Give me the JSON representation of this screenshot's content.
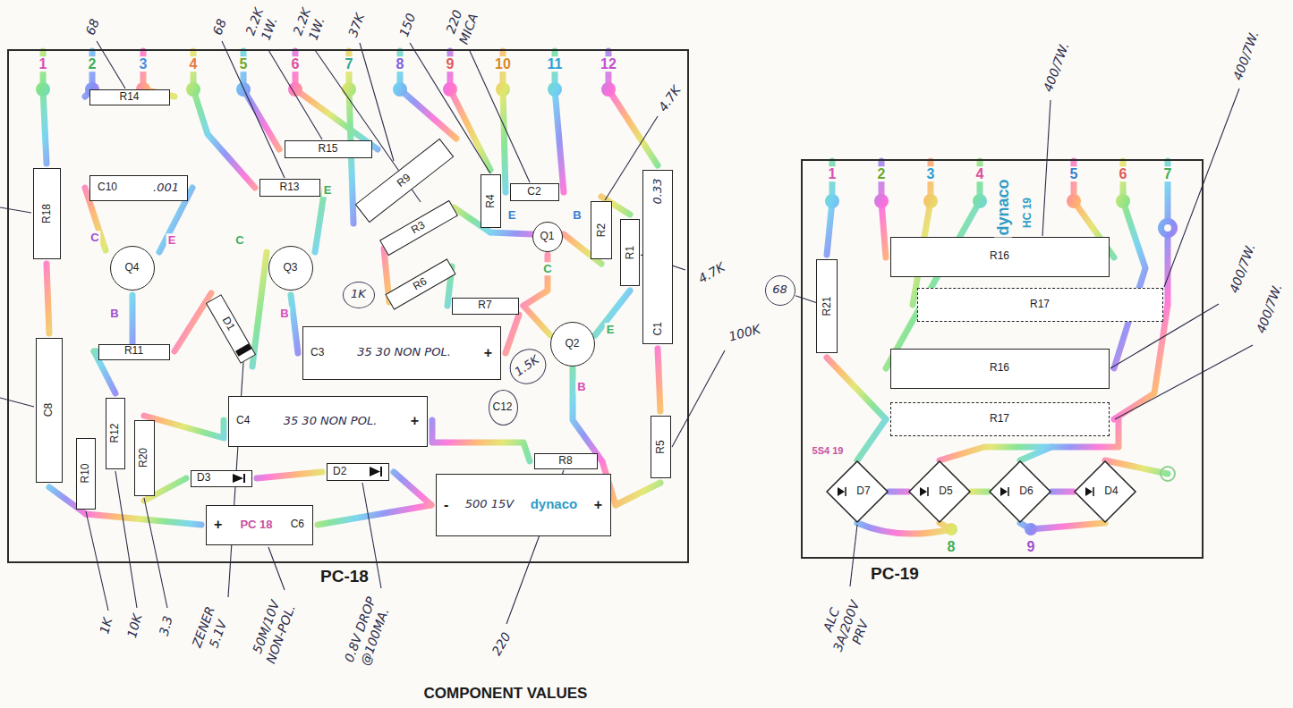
{
  "diagram": {
    "nodes": [
      {
        "text": [
          "PC-18"
        ]
      },
      {
        "text": [
          "R14"
        ],
        "in": 0
      },
      {
        "text": [
          "R15"
        ],
        "in": 0
      },
      {
        "text": [
          "R18"
        ],
        "in": 0
      },
      {
        "text": [
          "C10",
          ".001"
        ],
        "in": 0
      },
      {
        "text": [
          "R13"
        ],
        "in": 0
      },
      {
        "text": [
          "R9"
        ],
        "in": 0
      },
      {
        "text": [
          "R4"
        ],
        "in": 0
      },
      {
        "text": [
          "C2"
        ],
        "in": 0
      },
      {
        "text": [
          "R2"
        ],
        "in": 0
      },
      {
        "text": [
          "R1"
        ],
        "in": 0
      },
      {
        "text": [
          "C1",
          "0.33"
        ],
        "in": 0
      },
      {
        "text": [
          "R3"
        ],
        "in": 0
      },
      {
        "text": [
          "Q4"
        ],
        "in": 0
      },
      {
        "text": [
          "Q3"
        ],
        "in": 0
      },
      {
        "text": [
          "Q1"
        ],
        "in": 0
      },
      {
        "text": [
          "R6"
        ],
        "in": 0
      },
      {
        "text": [
          "1K"
        ],
        "in": 0
      },
      {
        "text": [
          "R7"
        ],
        "in": 0
      },
      {
        "text": [
          "D1"
        ],
        "in": 0
      },
      {
        "text": [
          "C3",
          "35 30 NON POL.",
          "+"
        ],
        "in": 0
      },
      {
        "text": [
          "Q2"
        ],
        "in": 0
      },
      {
        "text": [
          "1.5K"
        ],
        "in": 0
      },
      {
        "text": [
          "R11"
        ],
        "in": 0
      },
      {
        "text": [
          "C8"
        ],
        "in": 0
      },
      {
        "text": [
          "C4",
          "35 30 NON POL.",
          "+"
        ],
        "in": 0
      },
      {
        "text": [
          "C12"
        ],
        "in": 0
      },
      {
        "text": [
          "R12"
        ],
        "in": 0
      },
      {
        "text": [
          "R20"
        ],
        "in": 0
      },
      {
        "text": [
          "R5"
        ],
        "in": 0
      },
      {
        "text": [
          "R8"
        ],
        "in": 0
      },
      {
        "text": [
          "R10"
        ],
        "in": 0
      },
      {
        "text": [
          "D3"
        ],
        "in": 0
      },
      {
        "text": [
          "D2"
        ],
        "in": 0
      },
      {
        "text": [
          "-",
          "500 15V",
          "dynaco",
          "+"
        ],
        "in": 0
      },
      {
        "text": [
          "+",
          "PC 18",
          "C6"
        ],
        "in": 0
      },
      {
        "text": [
          "PC-19"
        ]
      },
      {
        "text": [
          "R21"
        ],
        "in": 36
      },
      {
        "text": [
          "R16"
        ],
        "in": 36
      },
      {
        "text": [
          "R17"
        ],
        "in": 36
      },
      {
        "text": [
          "R16"
        ],
        "in": 36
      },
      {
        "text": [
          "R17"
        ],
        "in": 36
      },
      {
        "text": [
          "D7"
        ],
        "in": 36
      },
      {
        "text": [
          "D5"
        ],
        "in": 36
      },
      {
        "text": [
          "D6"
        ],
        "in": 36
      },
      {
        "text": [
          "D4"
        ],
        "in": 36
      },
      {
        "text": [
          "68"
        ]
      }
    ],
    "edges": [
      {
        "from": 46,
        "to": 37,
        "arrow": "none"
      }
    ],
    "labels": [
      "1",
      "2",
      "3",
      "4",
      "5",
      "6",
      "7",
      "8",
      "9",
      "10",
      "11",
      "12",
      "C",
      "E",
      "B",
      "C",
      "E",
      "B",
      "E",
      "B",
      "C",
      "E",
      "B",
      "1",
      "2",
      "3",
      "4",
      "5",
      "6",
      "7",
      "8",
      "9",
      "5S4 19",
      "dynaco",
      "HC 19",
      "68",
      "68",
      "2.2K 1W.",
      "2.2K 1W.",
      "37K",
      "150",
      "220 MICA",
      "4.7K",
      "4.7K",
      "400/7W.",
      "400/7W.",
      "400/7W.",
      "400/7W.",
      "100K",
      "1K",
      "10K",
      "3.3",
      "ZENER 5.1V",
      "50M/10V NON-POL.",
      "0.8V DROP @100MA.",
      "220",
      "ALC 3A/200V PRV",
      "COMPONENT VALUES"
    ]
  }
}
